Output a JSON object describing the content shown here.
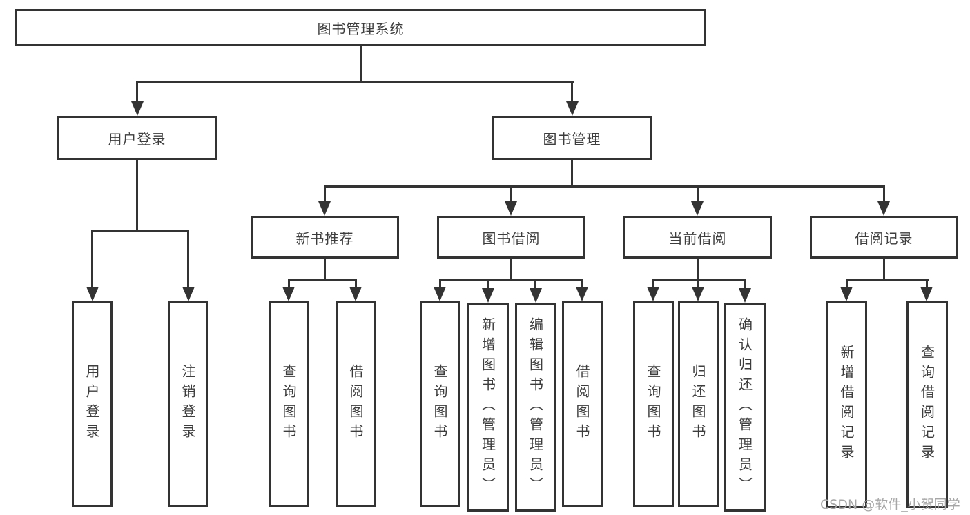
{
  "diagram": {
    "root": {
      "label": "图书管理系统"
    },
    "branches": [
      {
        "label": "用户登录",
        "children": [
          {
            "label": "用户登录"
          },
          {
            "label": "注销登录"
          }
        ]
      },
      {
        "label": "图书管理",
        "children": [
          {
            "label": "新书推荐",
            "children": [
              {
                "label": "查询图书"
              },
              {
                "label": "借阅图书"
              }
            ]
          },
          {
            "label": "图书借阅",
            "children": [
              {
                "label": "查询图书"
              },
              {
                "label": "新增图书（管理员）"
              },
              {
                "label": "编辑图书（管理员）"
              },
              {
                "label": "借阅图书"
              }
            ]
          },
          {
            "label": "当前借阅",
            "children": [
              {
                "label": "查询图书"
              },
              {
                "label": "归还图书"
              },
              {
                "label": "确认归还（管理员）"
              }
            ]
          },
          {
            "label": "借阅记录",
            "children": [
              {
                "label": "新增借阅记录"
              },
              {
                "label": "查询借阅记录"
              }
            ]
          }
        ]
      }
    ]
  },
  "watermark": {
    "text": "CSDN @软件_小贺同学"
  },
  "colors": {
    "line": "#333333",
    "text": "#3d3d3d",
    "watermark": "#a6a6a6",
    "background": "#ffffff"
  }
}
